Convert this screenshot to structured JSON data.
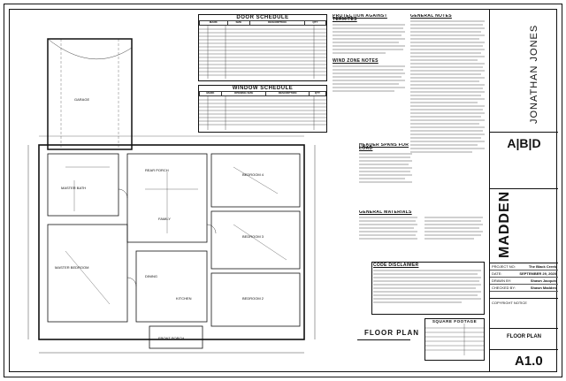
{
  "door_schedule": {
    "title": "DOOR SCHEDULE",
    "headers": [
      "MARK",
      "SIZE",
      "DESCRIPTION",
      "QTY"
    ]
  },
  "window_schedule": {
    "title": "WINDOW SCHEDULE",
    "headers": [
      "MARK",
      "OPENING SIZE",
      "DESCRIPTION",
      "QTY"
    ]
  },
  "protection_termites": {
    "title": "PROTECTION AGAINST TERMITES"
  },
  "wind_zone": {
    "title": "WIND ZONE NOTES"
  },
  "general_notes": {
    "title": "GENERAL NOTES"
  },
  "header_spans": {
    "title": "HEADER SPANS FOR LOAD"
  },
  "general_materials": {
    "title": "GENERAL MATERIALS"
  },
  "code_disclaimer": {
    "title": "CODE DISCLAIMER"
  },
  "plan": {
    "title": "FLOOR PLAN",
    "room_labels": [
      "MASTER BEDROOM",
      "REAR PORCH",
      "BEDROOM 4",
      "BEDROOM 3",
      "BEDROOM 2",
      "FRONT PORCH",
      "GARAGE",
      "MASTER BATH",
      "DINING",
      "FAMILY",
      "KITCHEN"
    ]
  },
  "square_footage": {
    "title": "SQUARE FOOTAGE"
  },
  "title_block": {
    "designer": "JONATHAN JONES",
    "firm": "MADDEN",
    "logo_letters": "A|B|D",
    "project_label": "PROJECT NO:",
    "project_value": "The Black Creek",
    "date_label": "DATE:",
    "date_value": "SEPTEMBER 29, 2020",
    "drawn_label": "DRAWN BY:",
    "drawn_value": "Shawn Jacquin",
    "checked_label": "CHECKED BY:",
    "checked_value": "Shawn Madden",
    "copyright": "COPYRIGHT NOTICE",
    "sheet_title": "FLOOR PLAN",
    "sheet_number": "A1.0"
  }
}
